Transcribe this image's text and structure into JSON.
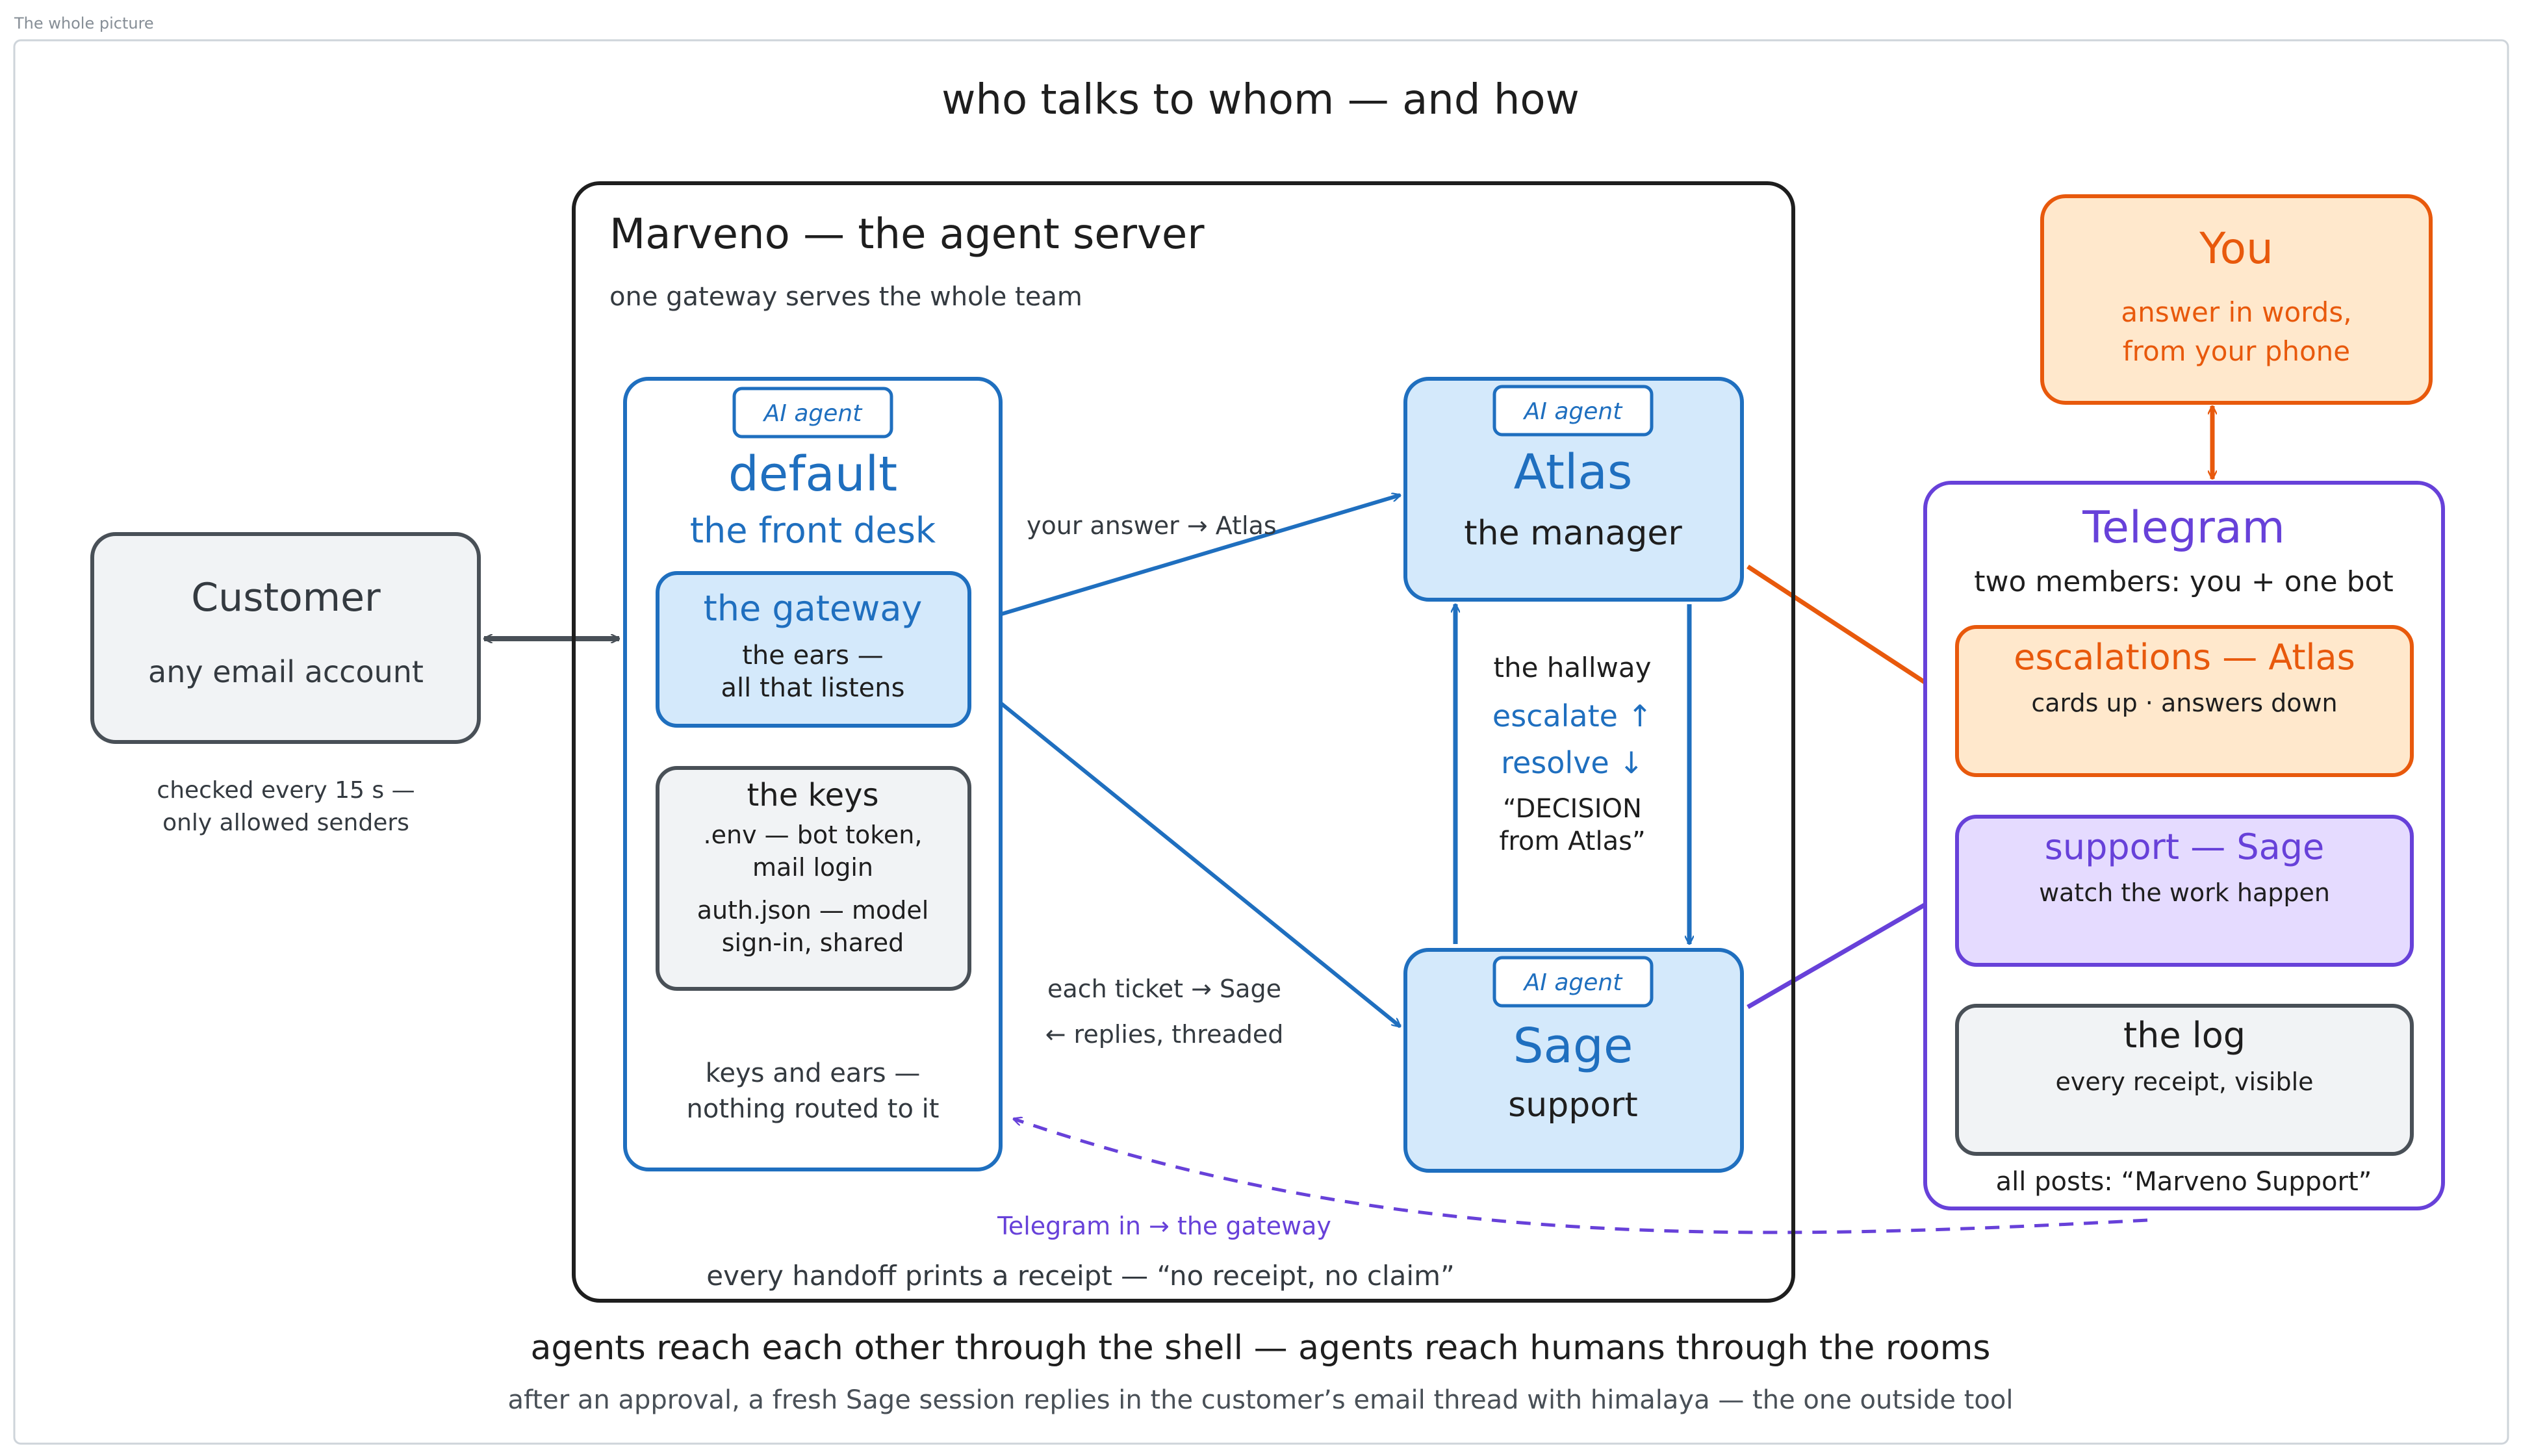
{
  "frame_label": "The whole picture",
  "title": "who talks to whom — and how",
  "customer": {
    "name": "Customer",
    "desc": "any email account",
    "note_line1": "checked every 15 s —",
    "note_line2": "only allowed senders"
  },
  "server": {
    "title": "Marveno — the agent server",
    "subtitle": "one gateway serves the whole team",
    "footer": "every handoff prints a receipt — “no receipt, no claim”"
  },
  "default_agent": {
    "badge": "AI agent",
    "name": "default",
    "role": "the front desk",
    "footer_line1": "keys and ears —",
    "footer_line2": "nothing routed to it"
  },
  "gateway": {
    "title": "the gateway",
    "line1": "the ears —",
    "line2": "all that listens"
  },
  "keys": {
    "title": "the keys",
    "line1": ".env — bot token,",
    "line2": "mail login",
    "line3": "auth.json — model",
    "line4": "sign-in, shared"
  },
  "atlas": {
    "badge": "AI agent",
    "name": "Atlas",
    "role": "the manager"
  },
  "sage": {
    "badge": "AI agent",
    "name": "Sage",
    "role": "support"
  },
  "hallway": {
    "title": "the hallway",
    "escalate": "escalate ↑",
    "resolve": "resolve ↓",
    "decision_line1": "“DECISION",
    "decision_line2": "from Atlas”"
  },
  "edge_labels": {
    "answer_to_atlas": "your answer → Atlas",
    "ticket_line1": "each ticket → Sage",
    "ticket_line2": "← replies, threaded",
    "telegram_in": "Telegram in → the gateway"
  },
  "you": {
    "name": "You",
    "line1": "answer in words,",
    "line2": "from your phone"
  },
  "telegram": {
    "name": "Telegram",
    "subtitle": "two members: you + one bot",
    "footer": "all posts: “Marveno Support”",
    "escalations": {
      "title": "escalations — Atlas",
      "desc": "cards up · answers down"
    },
    "support": {
      "title": "support — Sage",
      "desc": "watch the work happen"
    },
    "log": {
      "title": "the log",
      "desc": "every receipt, visible"
    }
  },
  "bottom": {
    "line1": "agents reach each other through the shell — agents reach humans through the rooms",
    "line2": "after an approval, a fresh Sage session replies in the customer’s email thread with himalaya — the one outside tool"
  },
  "colors": {
    "blue": "#1f6fbf",
    "blue_fill": "#d4e9fb",
    "dark": "#1e1e1e",
    "gray_text": "#495057",
    "gray_fill": "#f1f3f5",
    "orange": "#e8590c",
    "orange_fill": "#ffe8cc",
    "purple": "#6741d9",
    "purple_fill": "#e5dbff"
  }
}
